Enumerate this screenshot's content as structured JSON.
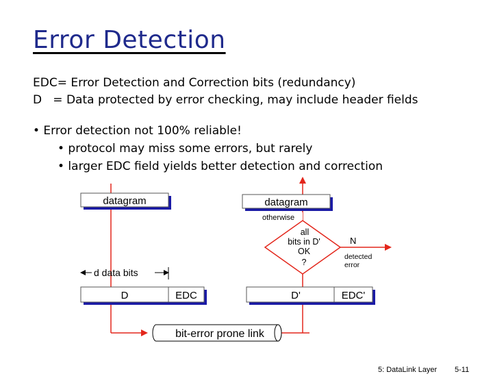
{
  "slide": {
    "title": "Error Detection",
    "definitions": [
      "EDC= Error Detection and Correction bits (redundancy)",
      "D   = Data protected by error checking, may include header fields"
    ],
    "bullets": [
      "• Error detection not 100% reliable!",
      "• protocol may miss some errors, but rarely",
      "• larger EDC field yields better detection and correction"
    ],
    "footer": "5: DataLink Layer",
    "page_number": "5-11"
  },
  "diagram": {
    "left_datagram": "datagram",
    "right_datagram": "datagram",
    "otherwise_label": "otherwise",
    "decision_lines": [
      "all",
      "bits in D'",
      "OK",
      "?"
    ],
    "n_label": "N",
    "detected_error_lines": [
      "detected",
      "error"
    ],
    "d_data_bits": "d data bits",
    "sender_fields": [
      "D",
      "EDC"
    ],
    "receiver_fields": [
      "D'",
      "EDC'"
    ],
    "link_label": "bit-error prone link",
    "colors": {
      "arrow": "#e3261b",
      "box_edge": "#1a1aa6",
      "title": "#1f2a8c"
    }
  }
}
